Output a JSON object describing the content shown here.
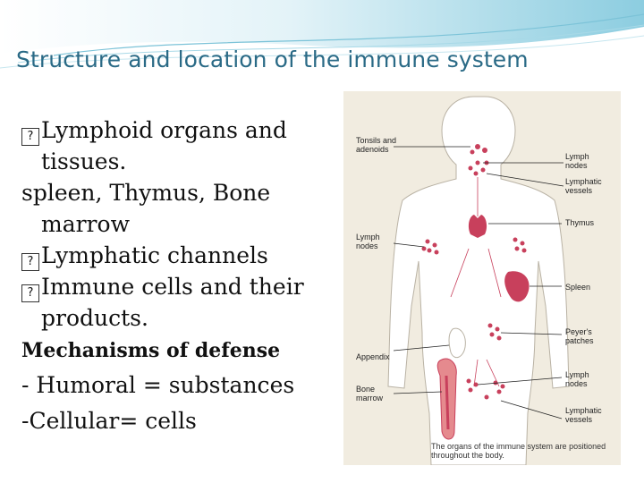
{
  "slide": {
    "title": "Structure and location of the immune system",
    "bullet_char": "?",
    "lines": {
      "l1": "Lymphoid organs and",
      "l2": "tissues.",
      "l3": "spleen, Thymus, Bone",
      "l4": "marrow",
      "l5": "Lymphatic channels",
      "l6": "Immune cells and their",
      "l7": "products."
    },
    "mechanisms_heading": "Mechanisms of defense",
    "humoral": "- Humoral = substances",
    "cellular": "-Cellular= cells"
  },
  "figure": {
    "labels": {
      "tonsils": "Tonsils and\nadenoids",
      "lymph_nodes_top": "Lymph\nnodes",
      "lymphatic_vessels_top": "Lymphatic\nvessels",
      "thymus": "Thymus",
      "lymph_nodes_left": "Lymph\nnodes",
      "spleen": "Spleen",
      "peyers": "Peyer's\npatches",
      "appendix": "Appendix",
      "bone_marrow": "Bone\nmarrow",
      "lymph_nodes_low": "Lymph\nnodes",
      "lymphatic_vessels_low": "Lymphatic\nvessels"
    },
    "caption": "The organs of the immune system are positioned\nthroughout the body."
  }
}
